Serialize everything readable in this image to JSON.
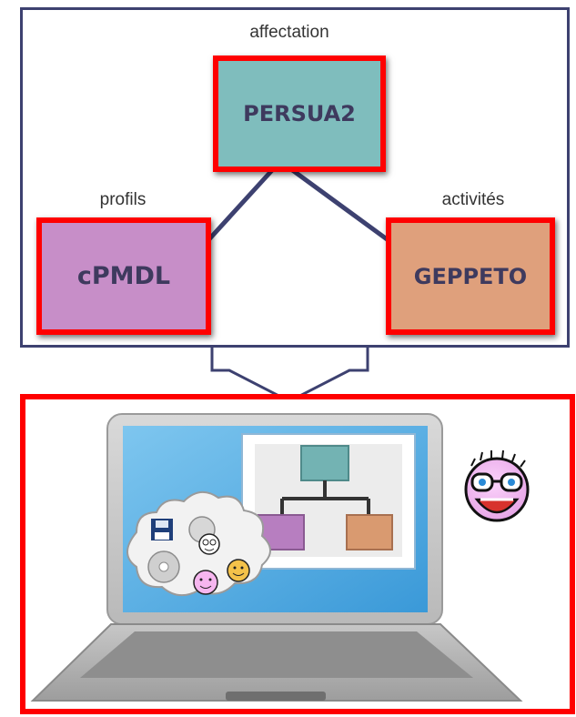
{
  "diagram": {
    "labels": {
      "affectation": "affectation",
      "profils": "profils",
      "activites": "activités"
    },
    "nodes": {
      "persua2": "PERSUA2",
      "cpmdl": "cPMDL",
      "geppeto": "GEPPETO"
    },
    "colors": {
      "frame": "#3d4170",
      "highlight_border": "#ff0000",
      "persua2_fill": "#7fbdbd",
      "cpmdl_fill": "#c78ec8",
      "geppeto_fill": "#dfa07c"
    }
  },
  "illustration": {
    "icons": [
      "laptop-icon",
      "org-chart-icon",
      "floppy-disk-icon",
      "cd-icon",
      "smiley-face-icon",
      "nerd-face-icon"
    ]
  }
}
